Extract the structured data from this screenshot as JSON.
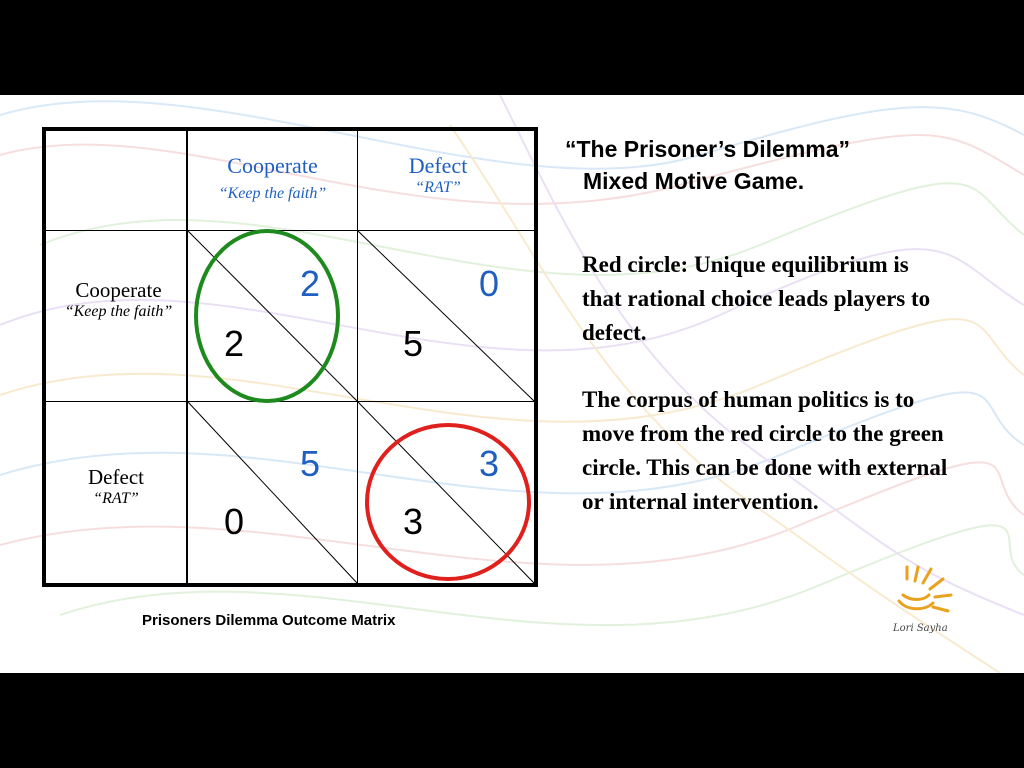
{
  "matrix": {
    "col_headers": [
      {
        "label": "Cooperate",
        "sub": "“Keep the faith”"
      },
      {
        "label": "Defect",
        "sub": "“RAT”"
      }
    ],
    "row_headers": [
      {
        "label": "Cooperate",
        "sub": "“Keep the faith”"
      },
      {
        "label": "Defect",
        "sub": "“RAT”"
      }
    ],
    "cells": [
      [
        {
          "top": "2",
          "bottom": "2"
        },
        {
          "top": "0",
          "bottom": "5"
        }
      ],
      [
        {
          "top": "5",
          "bottom": "0"
        },
        {
          "top": "3",
          "bottom": "3"
        }
      ]
    ],
    "caption": "Prisoners Dilemma Outcome Matrix",
    "green_circle_color": "#1e8a1e",
    "red_circle_color": "#e0201c",
    "payoff_top_color": "#1f5fbf"
  },
  "title": {
    "line1": "“The Prisoner’s Dilemma”",
    "line2": "Mixed Motive Game."
  },
  "paragraphs": [
    "Red circle: Unique equilibrium is that rational choice leads players to defect.",
    "The corpus of human politics is to move from the red circle to the green circle. This can be done with external or internal intervention."
  ],
  "logo": {
    "signature": "Lori Sayha",
    "icon": "sun-bowl-logo-icon"
  }
}
